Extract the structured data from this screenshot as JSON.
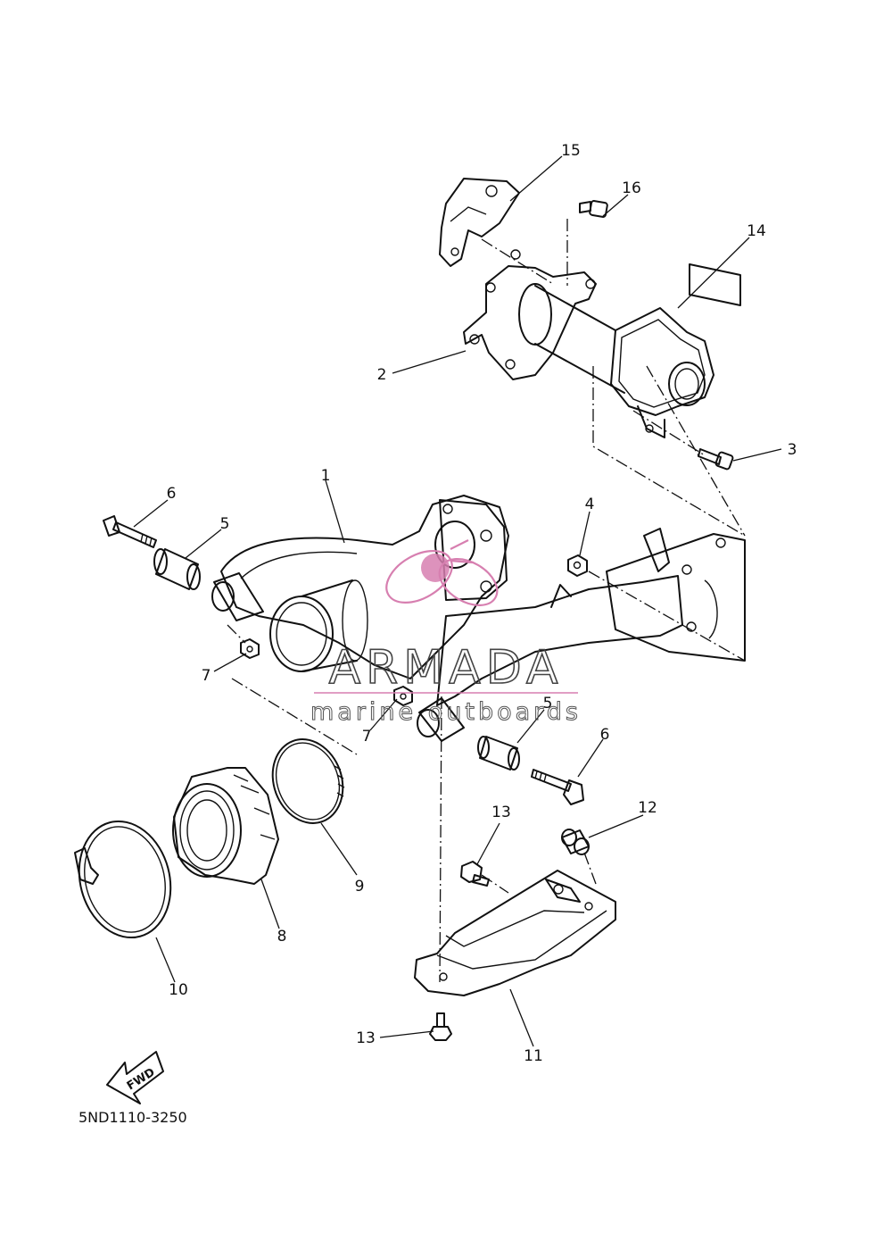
{
  "diagram": {
    "part_numbers": {
      "p1": "1",
      "p2": "2",
      "p3": "3",
      "p4": "4",
      "p5a": "5",
      "p5b": "5",
      "p6a": "6",
      "p6b": "6",
      "p7a": "7",
      "p7b": "7",
      "p8": "8",
      "p9": "9",
      "p10": "10",
      "p11": "11",
      "p12": "12",
      "p13a": "13",
      "p13b": "13",
      "p14": "14",
      "p15": "15",
      "p16": "16"
    },
    "fwd_label": "FWD",
    "diagram_code": "5ND1110-3250"
  },
  "watermark": {
    "title": "ARMADA",
    "subtitle": "marine outboards",
    "accent_color": "#d77fb0"
  }
}
